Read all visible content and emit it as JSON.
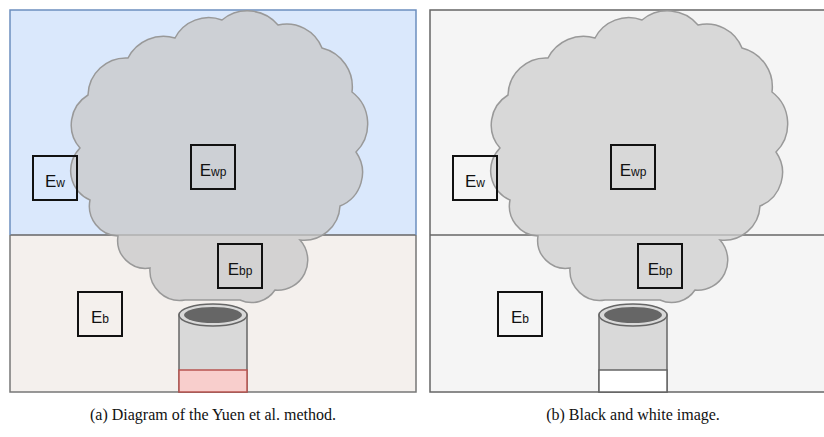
{
  "diagram": {
    "nodes": [
      {
        "text": [
          "(a) Diagram of the Yuen et al. method."
        ]
      },
      {
        "text": [
          "Ew"
        ],
        "in": 0
      },
      {
        "text": [
          "Ewp"
        ],
        "in": 0
      },
      {
        "text": [
          "Ebp"
        ],
        "in": 0
      },
      {
        "text": [
          "Eb"
        ],
        "in": 0
      },
      {
        "text": [
          "(b) Black and white image."
        ]
      },
      {
        "text": [
          "Ew"
        ],
        "in": 5
      },
      {
        "text": [
          "Ewp"
        ],
        "in": 5
      },
      {
        "text": [
          "Ebp"
        ],
        "in": 5
      },
      {
        "text": [
          "Eb"
        ],
        "in": 5
      }
    ]
  }
}
